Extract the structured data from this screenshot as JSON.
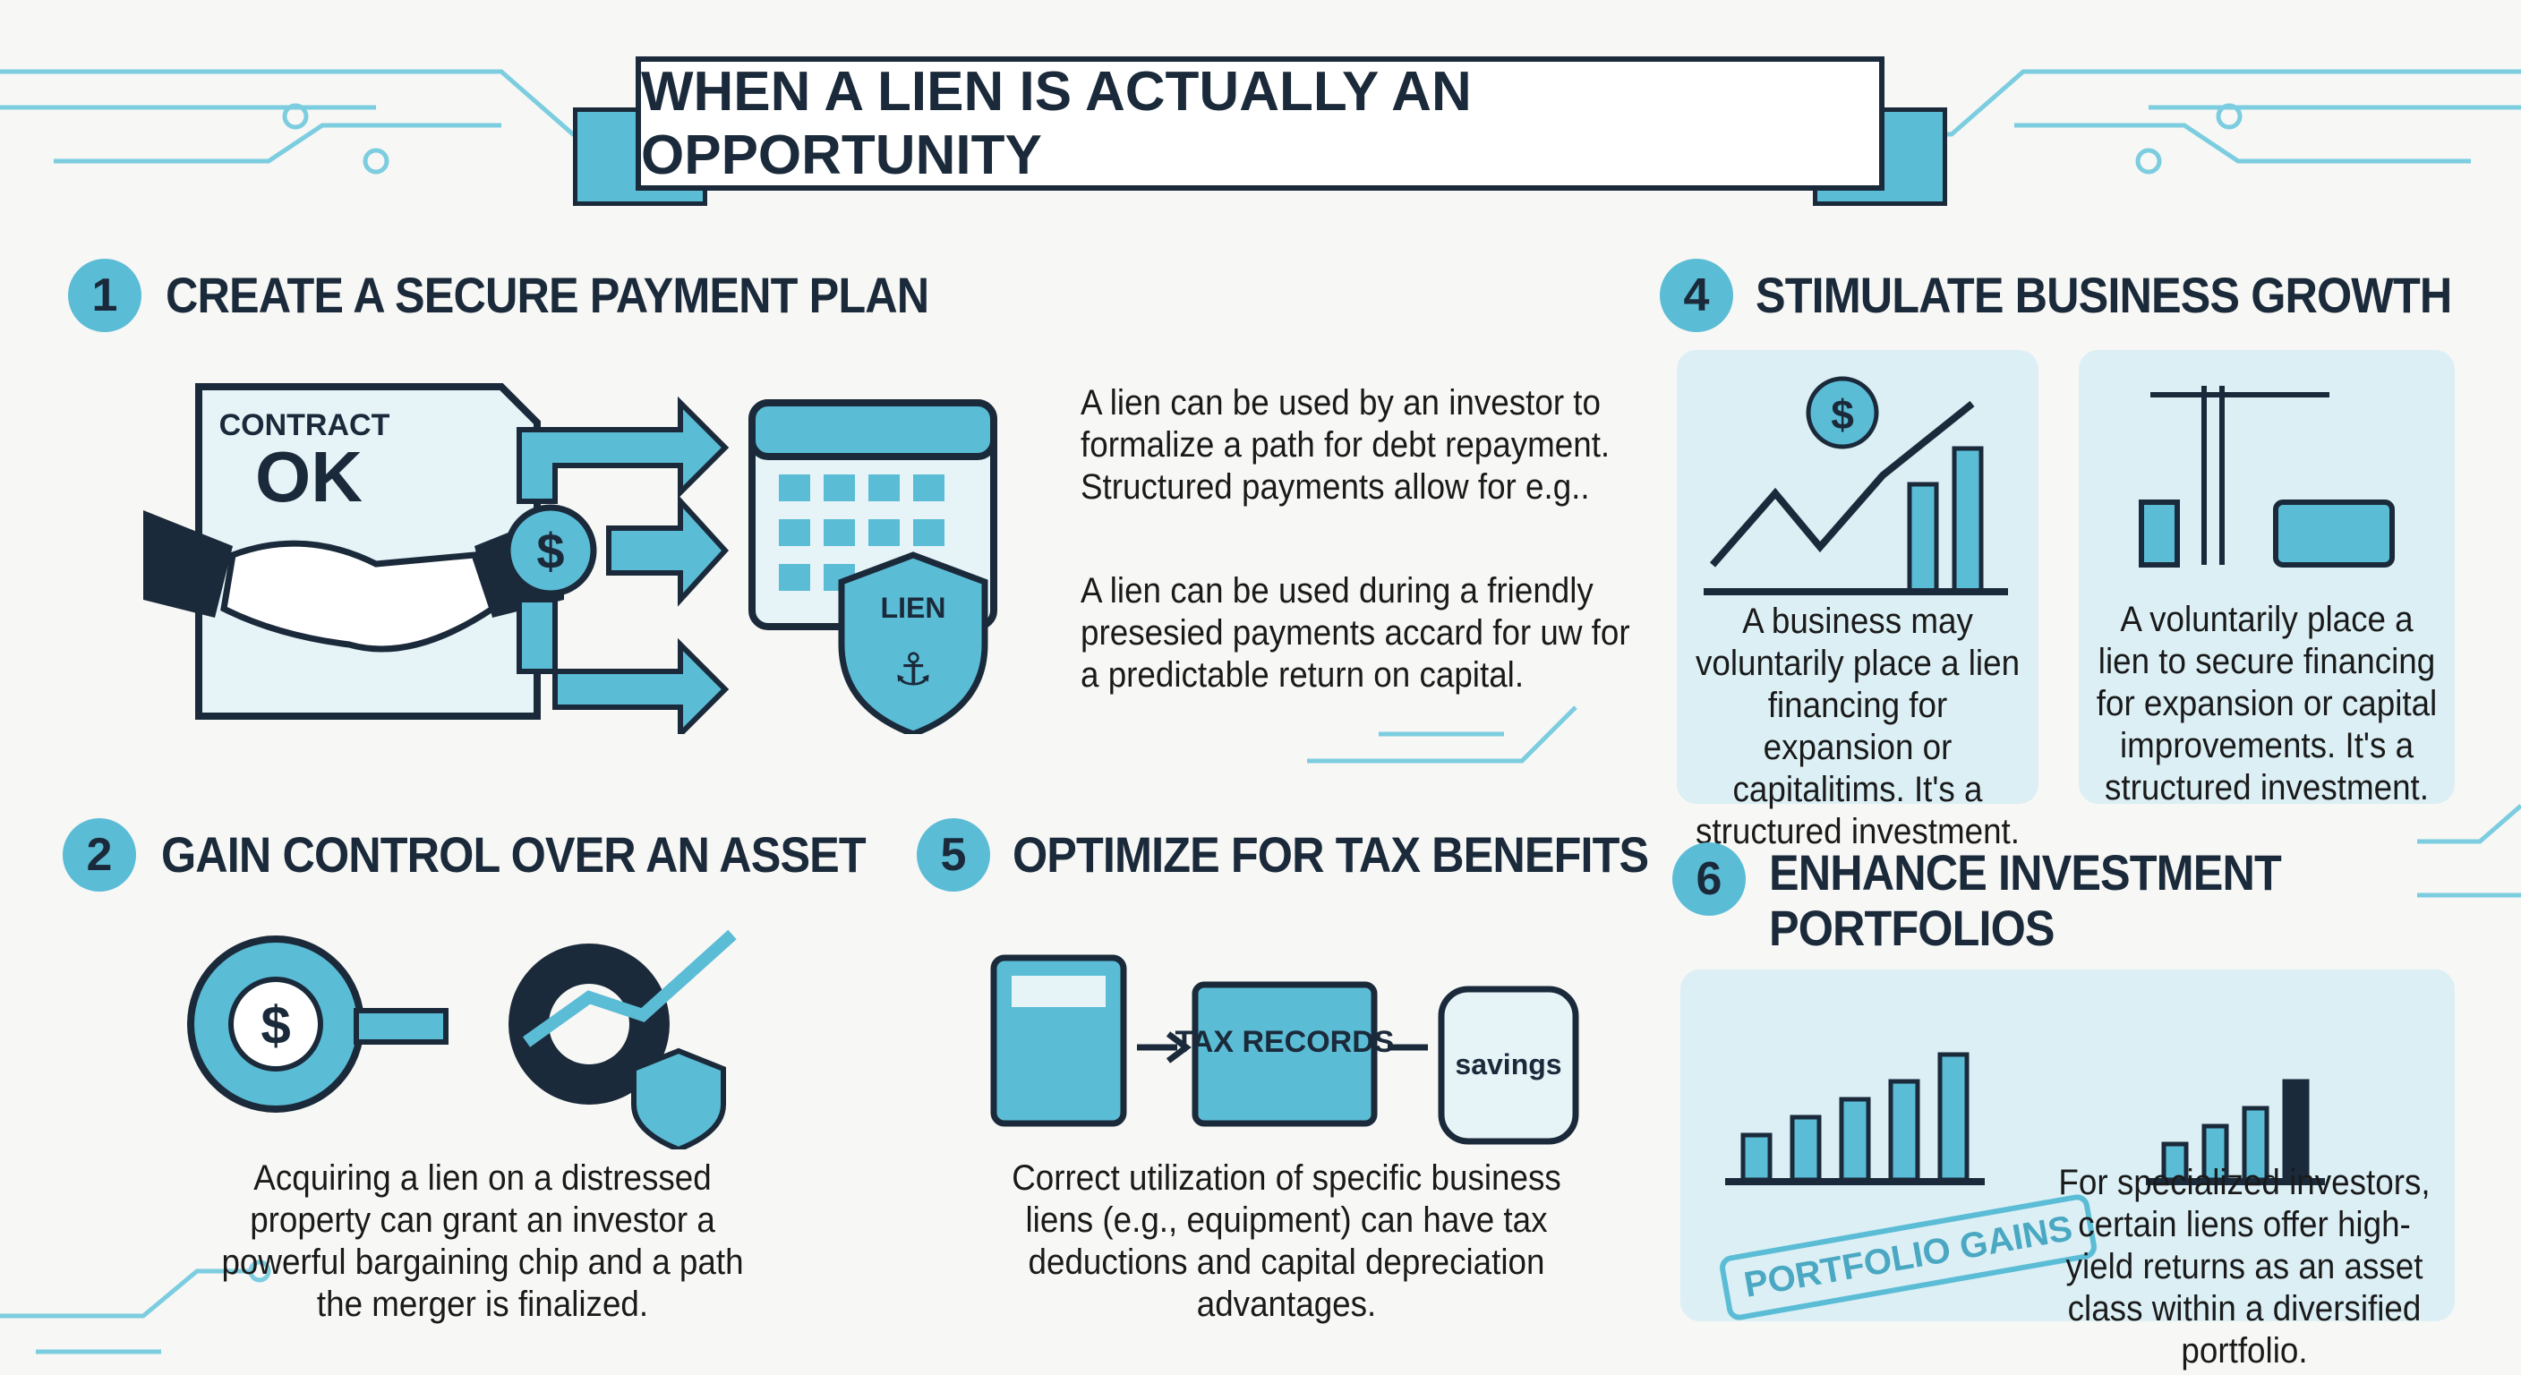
{
  "title": "WHEN A LIEN IS ACTUALLY AN OPPORTUNITY",
  "colors": {
    "accent": "#5bbcd6",
    "dark": "#1b2a3a",
    "panel": "#dbeff5",
    "background": "#f7f7f5"
  },
  "sections": [
    {
      "number": "1",
      "heading": "CREATE A SECURE PAYMENT PLAN",
      "icons": {
        "contract_label": "CONTRACT",
        "contract_stamp": "OK",
        "shield_label": "LIEN"
      },
      "paragraphs": [
        "A lien can be used by an investor to formalize a path for debt repayment. Structured payments allow for e.g..",
        "A lien can be used during a friendly presesied payments accard for uw for a predictable return on capital."
      ]
    },
    {
      "number": "2",
      "heading": "GAIN CONTROL OVER AN ASSET",
      "text": "Acquiring a lien on a distressed property can grant an investor a powerful bargaining chip and a path the merger is finalized."
    },
    {
      "number": "4",
      "heading": "STIMULATE BUSINESS GROWTH",
      "panels": [
        "A business may voluntarily place a lien financing for expansion or capitalitims. It's a structured investment.",
        "A voluntarily place a lien to secure financing for expansion or capital improvements. It's a structured investment."
      ]
    },
    {
      "number": "5",
      "heading": "OPTIMIZE FOR TAX BENEFITS",
      "icons": {
        "folder_label": "TAX RECORDS",
        "jar_label": "savings"
      },
      "text": "Correct utilization of specific business liens (e.g., equipment) can have tax deductions and capital depreciation advantages."
    },
    {
      "number": "6",
      "heading": "ENHANCE INVESTMENT PORTFOLIOS",
      "stamp": "PORTFOLIO GAINS",
      "text": "For specialized investors, certain liens offer high-yield returns as an asset class within a diversified portfolio."
    }
  ]
}
